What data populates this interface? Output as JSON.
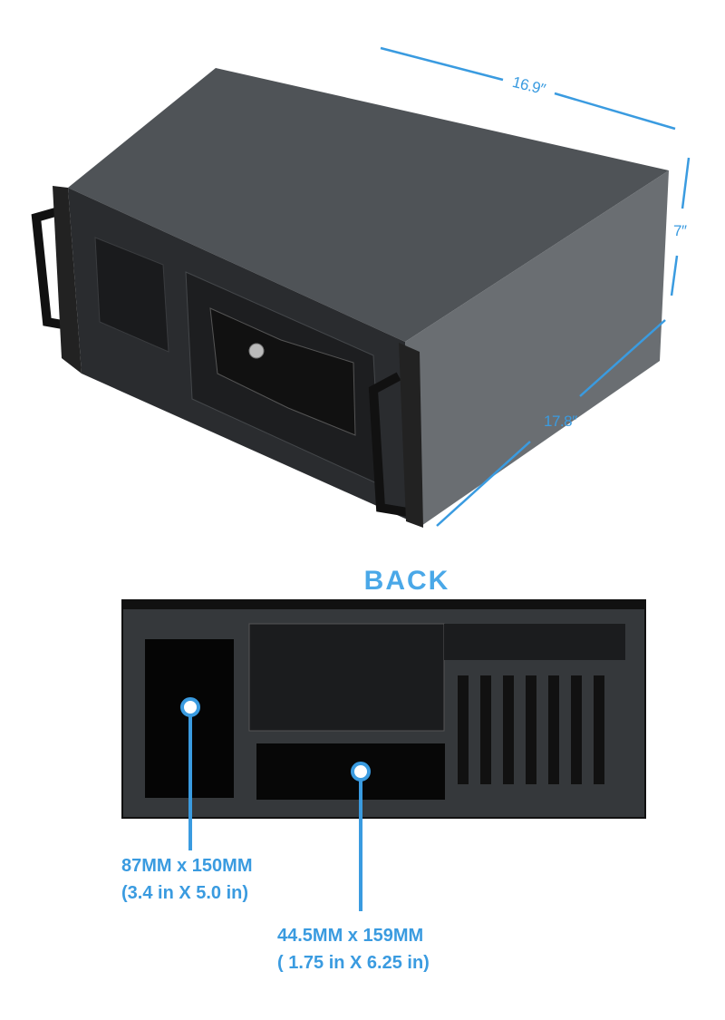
{
  "product": {
    "dimensions": {
      "width": "16.9″",
      "height": "7″",
      "depth": "17.8″"
    },
    "back_label": "BACK",
    "callouts": [
      {
        "line1": "87MM  x  150MM",
        "line2": "(3.4 in  X  5.0 in)"
      },
      {
        "line1": "44.5MM  x  159MM",
        "line2": "( 1.75 in  X  6.25 in)"
      }
    ]
  },
  "colors": {
    "accent": "#3a9be0",
    "case_dark": "#2e3033",
    "case_side": "#5f6367"
  }
}
